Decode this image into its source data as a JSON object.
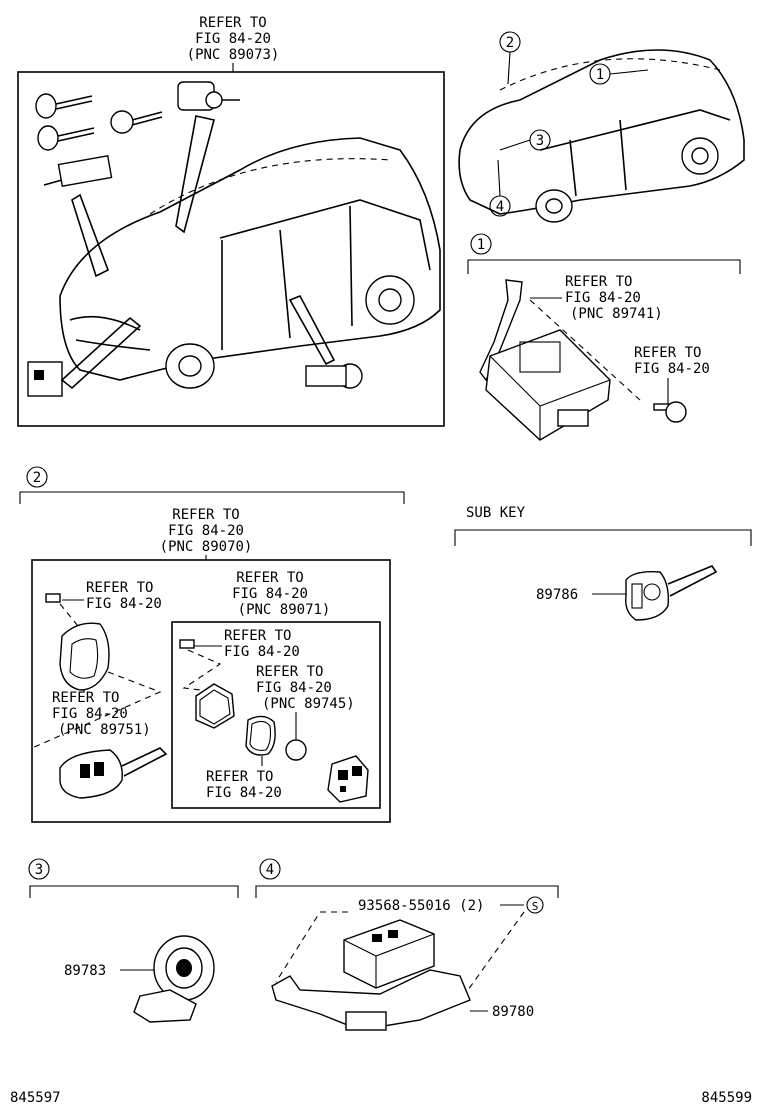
{
  "refs": {
    "top_box_header": [
      "REFER TO",
      "FIG 84-20",
      "(PNC 89073)"
    ],
    "group1": [
      "REFER TO",
      "FIG 84-20",
      "(PNC 89741)"
    ],
    "group1_bolt": [
      "REFER TO",
      "FIG 84-20"
    ],
    "group2_header": [
      "REFER TO",
      "FIG 84-20",
      "(PNC 89070)"
    ],
    "group2_screw": [
      "REFER TO",
      "FIG 84-20"
    ],
    "group2_case": [
      "REFER TO",
      "FIG 84-20",
      "(PNC 89751)"
    ],
    "inner_header": [
      "REFER TO",
      "FIG 84-20",
      "(PNC 89071)"
    ],
    "inner_screw": [
      "REFER TO",
      "FIG 84-20"
    ],
    "inner_battery": [
      "REFER TO",
      "FIG 84-20",
      "(PNC 89745)"
    ],
    "inner_seal": [
      "REFER TO",
      "FIG 84-20"
    ]
  },
  "callouts": [
    "1",
    "2",
    "3",
    "4"
  ],
  "section_titles": {
    "sub_key": "SUB KEY"
  },
  "parts": {
    "sub_key": "89786",
    "group3": "89783",
    "group4_main": "89780",
    "group4_screw": "93568-55016 (2)",
    "group4_screw_mark": "S"
  },
  "footer": {
    "left": "845597",
    "right": "845599"
  }
}
